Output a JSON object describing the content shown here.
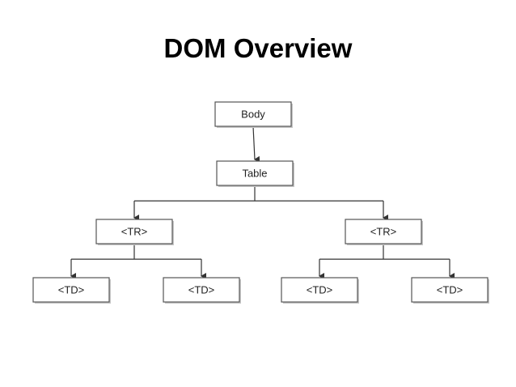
{
  "title": "DOM Overview",
  "colors": {
    "box_stroke": "#555555",
    "box_fill": "#ffffff",
    "edge": "#333333"
  },
  "nodes": [
    {
      "id": "body",
      "label": "Body"
    },
    {
      "id": "table",
      "label": "Table"
    },
    {
      "id": "tr-left",
      "label": "<TR>"
    },
    {
      "id": "tr-right",
      "label": "<TR>"
    },
    {
      "id": "td-1",
      "label": "<TD>"
    },
    {
      "id": "td-2",
      "label": "<TD>"
    },
    {
      "id": "td-3",
      "label": "<TD>"
    },
    {
      "id": "td-4",
      "label": "<TD>"
    }
  ],
  "edges": [
    {
      "from": "body",
      "to": "table"
    },
    {
      "from": "table",
      "to": "tr-left"
    },
    {
      "from": "table",
      "to": "tr-right"
    },
    {
      "from": "tr-left",
      "to": "td-1"
    },
    {
      "from": "tr-left",
      "to": "td-2"
    },
    {
      "from": "tr-right",
      "to": "td-3"
    },
    {
      "from": "tr-right",
      "to": "td-4"
    }
  ]
}
